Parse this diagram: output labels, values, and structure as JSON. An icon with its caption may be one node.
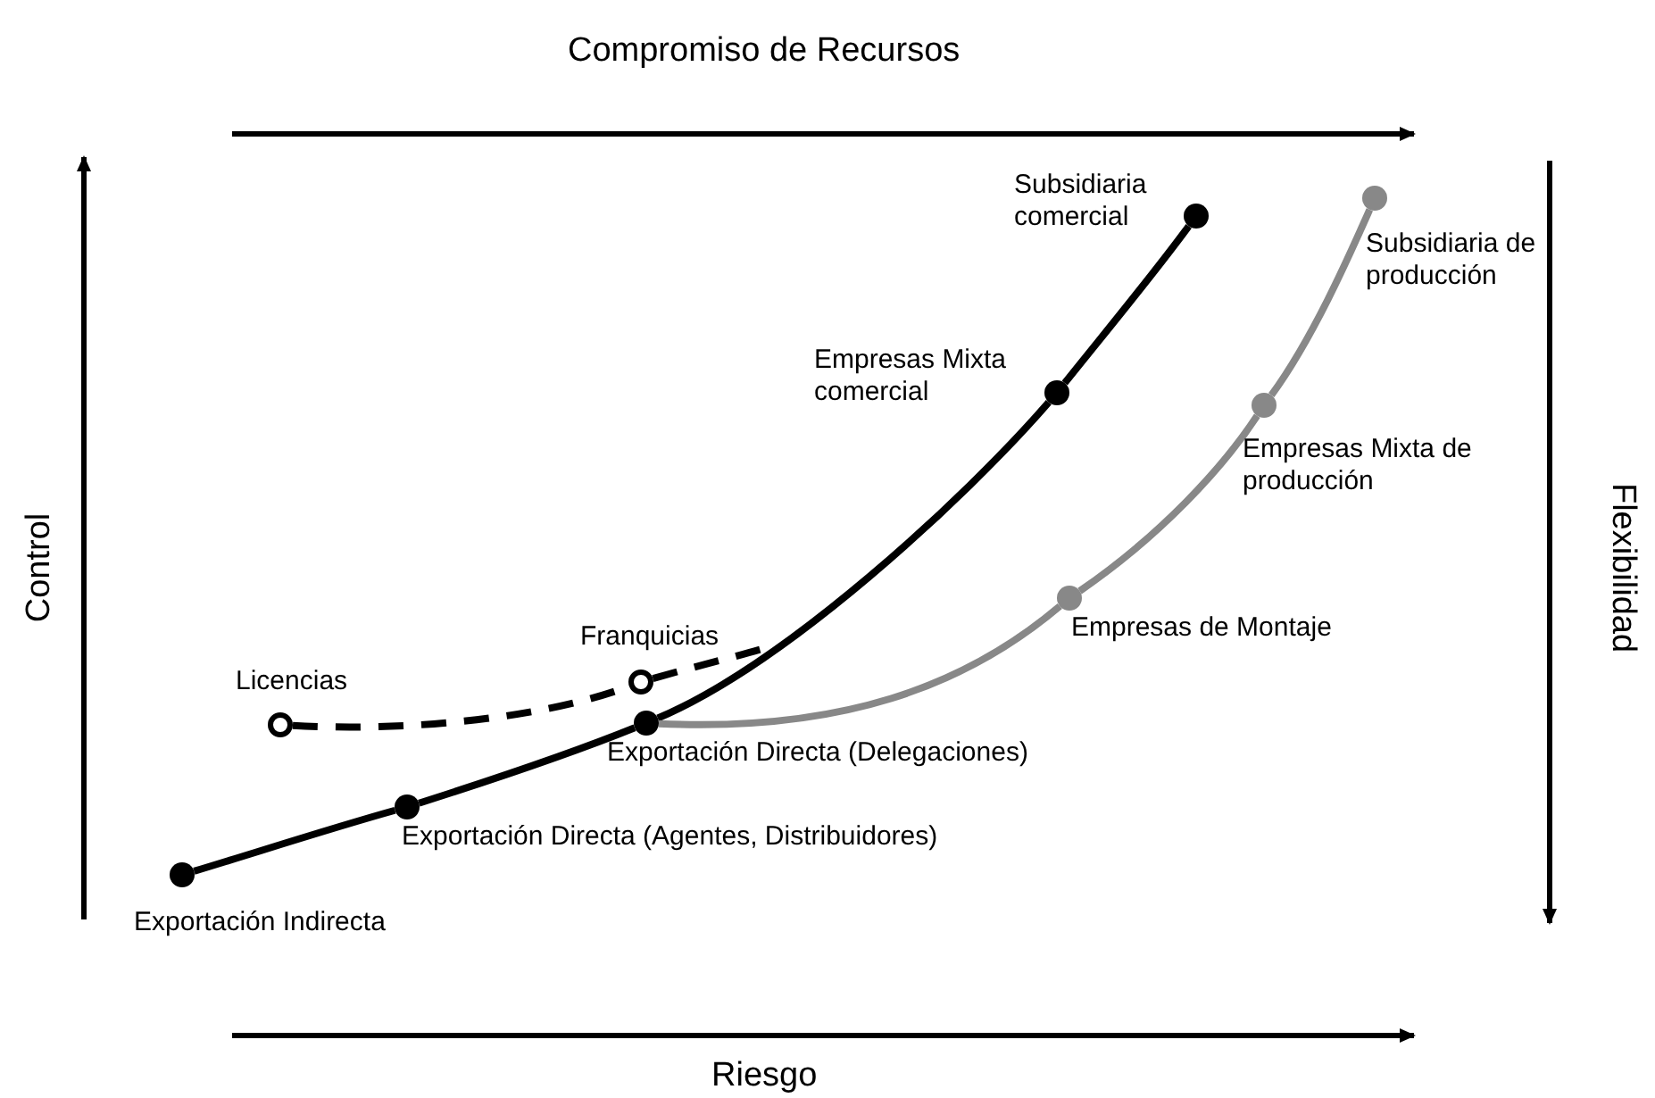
{
  "diagram": {
    "nodes": [
      {
        "text": [],
        "shape": "circle",
        "beside": [
          "Exportación Indirecta"
        ]
      },
      {
        "text": [],
        "shape": "circle",
        "beside": [
          "Exportación Directa (Agentes, Distribuidores)"
        ]
      },
      {
        "text": [],
        "shape": "circle",
        "beside": [
          "Exportación Directa (Delegaciones)"
        ]
      },
      {
        "text": [],
        "shape": "circle",
        "beside": [
          "Licencias"
        ]
      },
      {
        "text": [],
        "shape": "circle",
        "beside": [
          "Franquicias"
        ]
      },
      {
        "text": [],
        "shape": "circle",
        "beside": [
          "Empresas Mixta comercial"
        ]
      },
      {
        "text": [],
        "shape": "circle",
        "beside": [
          "Subsidiaria comercial"
        ]
      },
      {
        "text": [],
        "shape": "circle",
        "beside": [
          "Empresas de Montaje"
        ]
      },
      {
        "text": [],
        "shape": "circle",
        "beside": [
          "Empresas Mixta de producción"
        ]
      },
      {
        "text": [],
        "shape": "circle",
        "beside": [
          "Subsidiaria de producción"
        ]
      }
    ],
    "edges": [
      {
        "from": 0,
        "to": 1,
        "arrow": "none"
      },
      {
        "from": 1,
        "to": 2,
        "arrow": "none"
      },
      {
        "from": 2,
        "to": 5,
        "arrow": "none"
      },
      {
        "from": 5,
        "to": 6,
        "arrow": "none"
      },
      {
        "from": 3,
        "to": 4,
        "arrow": "none",
        "style": "dashed"
      },
      {
        "from": 4,
        "to": null,
        "arrow": "none",
        "style": "dashed"
      },
      {
        "from": 2,
        "to": 7,
        "arrow": "none",
        "color": "#888888"
      },
      {
        "from": 7,
        "to": 8,
        "arrow": "none",
        "color": "#888888"
      },
      {
        "from": 8,
        "to": 9,
        "arrow": "none",
        "color": "#888888"
      }
    ],
    "labels": [
      "Compromiso de Recursos",
      "Control",
      "Flexibilidad",
      "Riesgo"
    ]
  }
}
